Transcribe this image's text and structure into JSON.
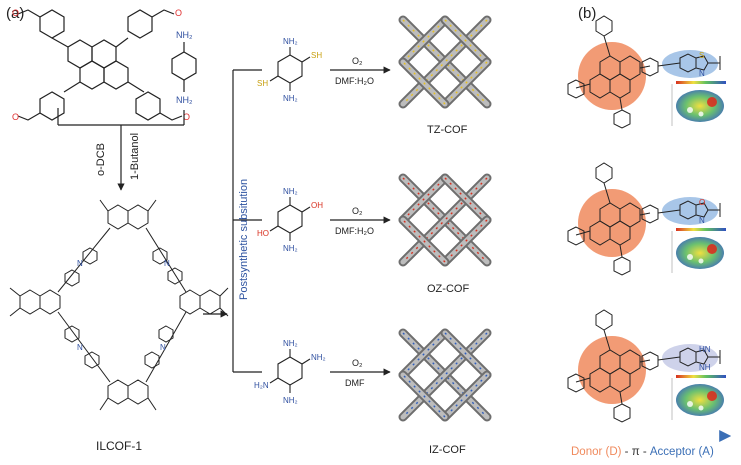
{
  "panels": {
    "a_label": "(a)",
    "b_label": "(b)"
  },
  "synthesis": {
    "solvent_1": "o-DCB",
    "solvent_2": "1-Butanol",
    "product": "ILCOF-1",
    "amine_label_top": "NH₂",
    "amine_label_bottom": "NH₂",
    "imine_atom": "N"
  },
  "branch_label": "Postsynthetic subsitution",
  "routes": [
    {
      "reagents": [
        "NH₂",
        "SH",
        "SH",
        "NH₂"
      ],
      "oxidant": "O₂",
      "solvent": "DMF:H₂O",
      "product": "TZ-COF",
      "accent": "#e8c020"
    },
    {
      "reagents": [
        "NH₂",
        "OH",
        "HO",
        "NH₂"
      ],
      "oxidant": "O₂",
      "solvent": "DMF:H₂O",
      "product": "OZ-COF",
      "accent": "#d83020"
    },
    {
      "reagents": [
        "NH₂",
        "NH₂",
        "H₂N",
        "NH₂"
      ],
      "oxidant": "O₂",
      "solvent": "DMF",
      "product": "IZ-COF",
      "accent": "#3060c0"
    }
  ],
  "panel_b": {
    "heteroatoms": [
      {
        "top": "S",
        "bottom": "N"
      },
      {
        "top": "O",
        "bottom": "N"
      },
      {
        "top": "H",
        "top2": "N",
        "bottom": "N",
        "bottom2": "H"
      }
    ],
    "legend": {
      "donor": "Donor (D)",
      "sep1": " - ",
      "pi": "π",
      "sep2": " - ",
      "acceptor": "Acceptor (A)"
    },
    "colors": {
      "donor": "#f08a5d",
      "acceptor": "#3b6fb6"
    }
  },
  "colors": {
    "line": "#222222",
    "aldehyde_o": "#e03030",
    "amine_n": "#3050a0",
    "branch_text": "#2c52a0"
  }
}
